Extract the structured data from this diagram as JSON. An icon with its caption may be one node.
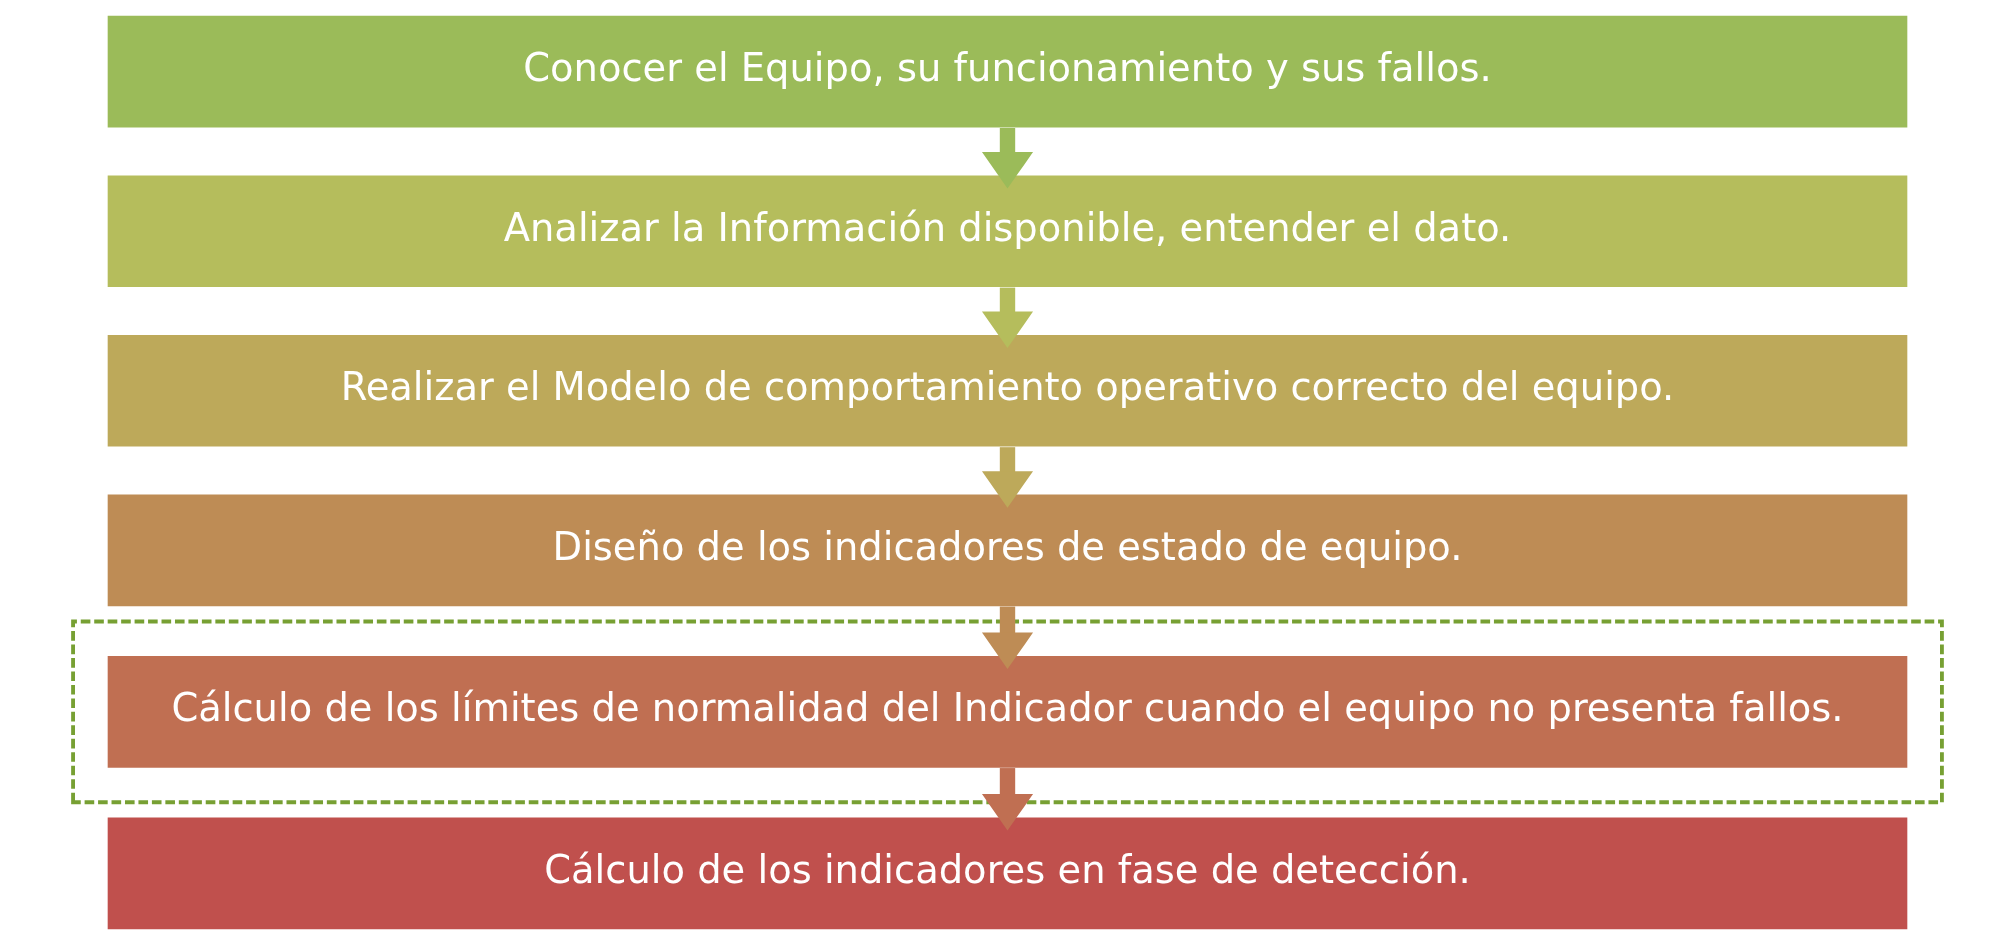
{
  "diagram": {
    "nodes": [
      {
        "text": [
          "Conocer el Equipo, su funcionamiento y sus fallos."
        ]
      },
      {
        "text": [
          "Analizar la Información disponible, entender el dato."
        ]
      },
      {
        "text": [
          "Realizar el Modelo de comportamiento operativo correcto del equipo."
        ]
      },
      {
        "text": [
          "Diseño de los indicadores de estado de equipo."
        ]
      },
      {
        "text": [],
        "shape": "box"
      },
      {
        "text": [
          "Cálculo de los límites de normalidad del Indicador cuando el equipo no presenta fallos."
        ],
        "in": 4
      },
      {
        "text": [
          "Cálculo de los indicadores en fase de detección."
        ]
      }
    ],
    "edges": [
      {
        "from": 0,
        "to": 1,
        "arrow": "to"
      },
      {
        "from": 1,
        "to": 2,
        "arrow": "to"
      },
      {
        "from": 2,
        "to": 3,
        "arrow": "to"
      },
      {
        "from": 3,
        "to": 5,
        "arrow": "to"
      },
      {
        "from": 5,
        "to": 6,
        "arrow": "to"
      }
    ]
  }
}
